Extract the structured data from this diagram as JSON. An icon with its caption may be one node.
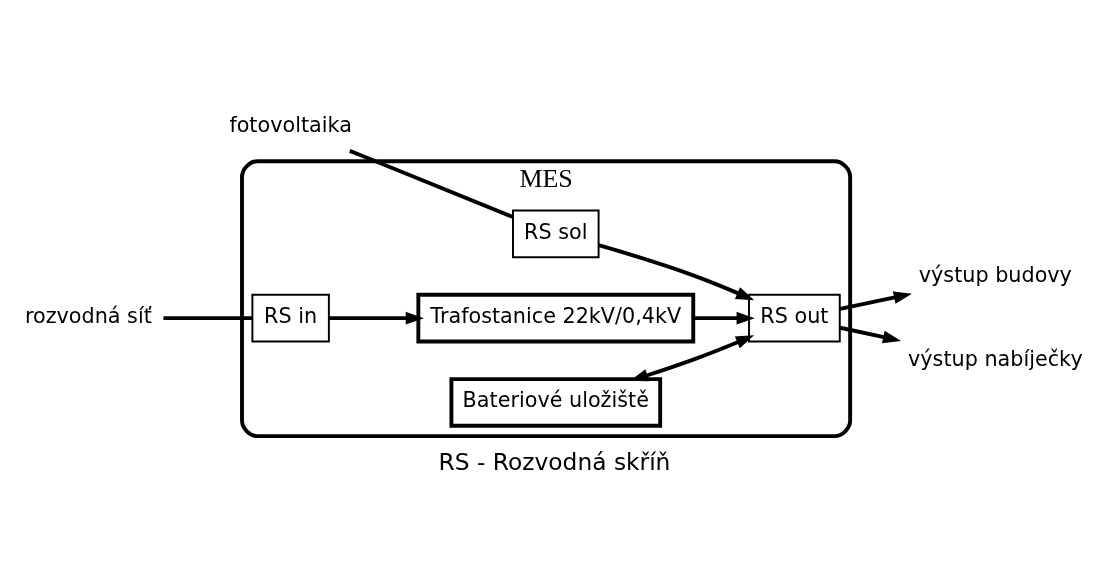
{
  "diagram": {
    "caption": "RS - Rozvodná skříň",
    "nodes": [
      {
        "text": [
          "MES"
        ]
      },
      {
        "text": [
          "rozvodná síť"
        ]
      },
      {
        "text": [
          "fotovoltaika"
        ]
      },
      {
        "text": [
          "RS in"
        ],
        "in": 0
      },
      {
        "text": [
          "RS sol"
        ],
        "in": 0
      },
      {
        "text": [
          "Trafostanice 22kV/0,4kV"
        ],
        "in": 0
      },
      {
        "text": [
          "RS out"
        ],
        "in": 0
      },
      {
        "text": [
          "Bateriové uložiště"
        ],
        "in": 0
      },
      {
        "text": [
          "výstup budovy"
        ]
      },
      {
        "text": [
          "výstup nabíječky"
        ]
      }
    ],
    "edges": [
      {
        "from": 1,
        "to": 3,
        "arrow": "none"
      },
      {
        "from": 2,
        "to": 4,
        "arrow": "none"
      },
      {
        "from": 3,
        "to": 5,
        "arrow": "to"
      },
      {
        "from": 5,
        "to": 6,
        "arrow": "to"
      },
      {
        "from": 4,
        "to": 6,
        "arrow": "to"
      },
      {
        "from": 7,
        "to": 6,
        "arrow": "both"
      },
      {
        "from": 6,
        "to": 8,
        "arrow": "to"
      },
      {
        "from": 6,
        "to": 9,
        "arrow": "to"
      }
    ]
  }
}
